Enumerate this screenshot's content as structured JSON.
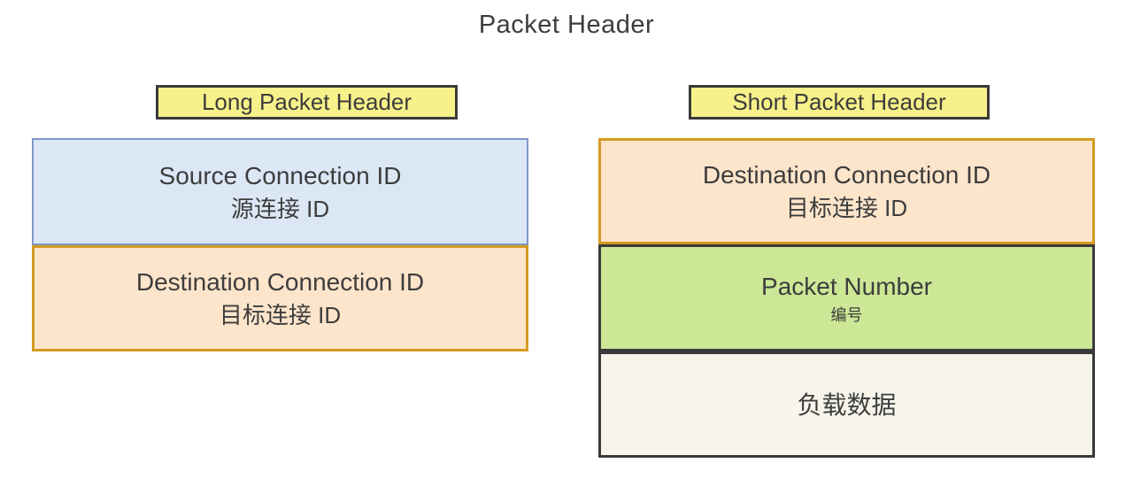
{
  "title": "Packet Header",
  "long_header": {
    "label": "Long Packet Header",
    "fields": [
      {
        "line1": "Source Connection ID",
        "line2": "源连接 ID"
      },
      {
        "line1": "Destination Connection ID",
        "line2": "目标连接 ID"
      }
    ]
  },
  "short_header": {
    "label": "Short Packet Header",
    "fields": [
      {
        "line1": "Destination Connection ID",
        "line2": "目标连接 ID"
      },
      {
        "line1": "Packet Number",
        "line2": "编号"
      },
      {
        "line1": "负载数据"
      }
    ]
  },
  "colors": {
    "text": "#3d3d3d",
    "label_fill": "#f7f18a",
    "dark_border": "#3a3a3a",
    "blue_fill": "#dce7f6",
    "blue_border": "#7d99c4",
    "orange_fill": "#fde5cb",
    "orange_border": "#d49b22",
    "green_fill": "#cce796",
    "cream_fill": "#f8f5eb",
    "background": "#ffffff"
  }
}
